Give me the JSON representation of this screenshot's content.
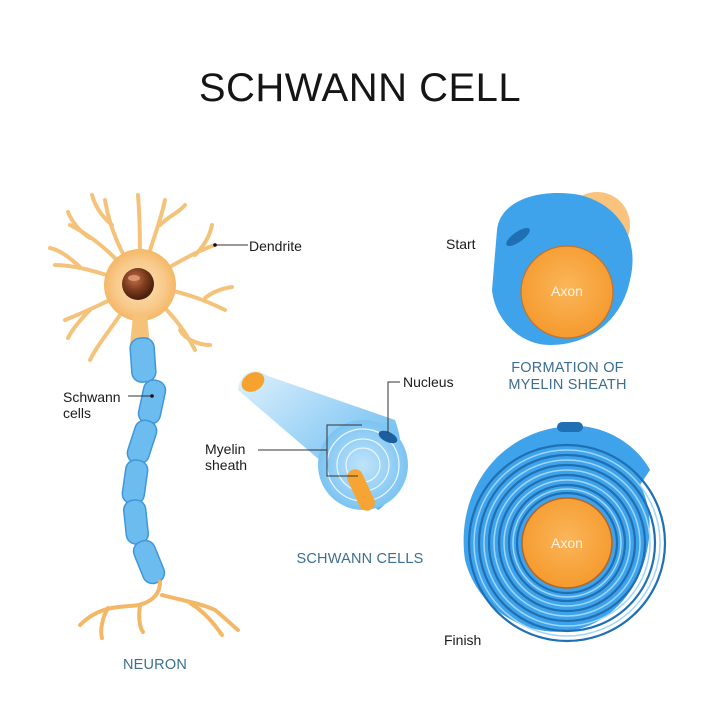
{
  "title": "SCHWANN CELL",
  "colors": {
    "myelin_blue": "#3ea3ea",
    "myelin_dark": "#1f6fb5",
    "axon_orange": "#f7a43a",
    "dendrite_orange": "#f5c27a",
    "nucleus_brown": "#7a3a1c",
    "caption_blue": "#3b6e92"
  },
  "neuron": {
    "caption": "NEURON",
    "labels": {
      "dendrite": "Dendrite",
      "schwann_cells_line1": "Schwann",
      "schwann_cells_line2": "cells"
    }
  },
  "schwann_cells_panel": {
    "caption": "SCHWANN CELLS",
    "labels": {
      "nucleus": "Nucleus",
      "myelin_line1": "Myelin",
      "myelin_line2": "sheath"
    }
  },
  "formation_panel": {
    "caption_line1": "FORMATION OF",
    "caption_line2": "MYELIN SHEATH",
    "start_label": "Start",
    "finish_label": "Finish",
    "axon_label_start": "Axon",
    "axon_label_finish": "Axon"
  }
}
